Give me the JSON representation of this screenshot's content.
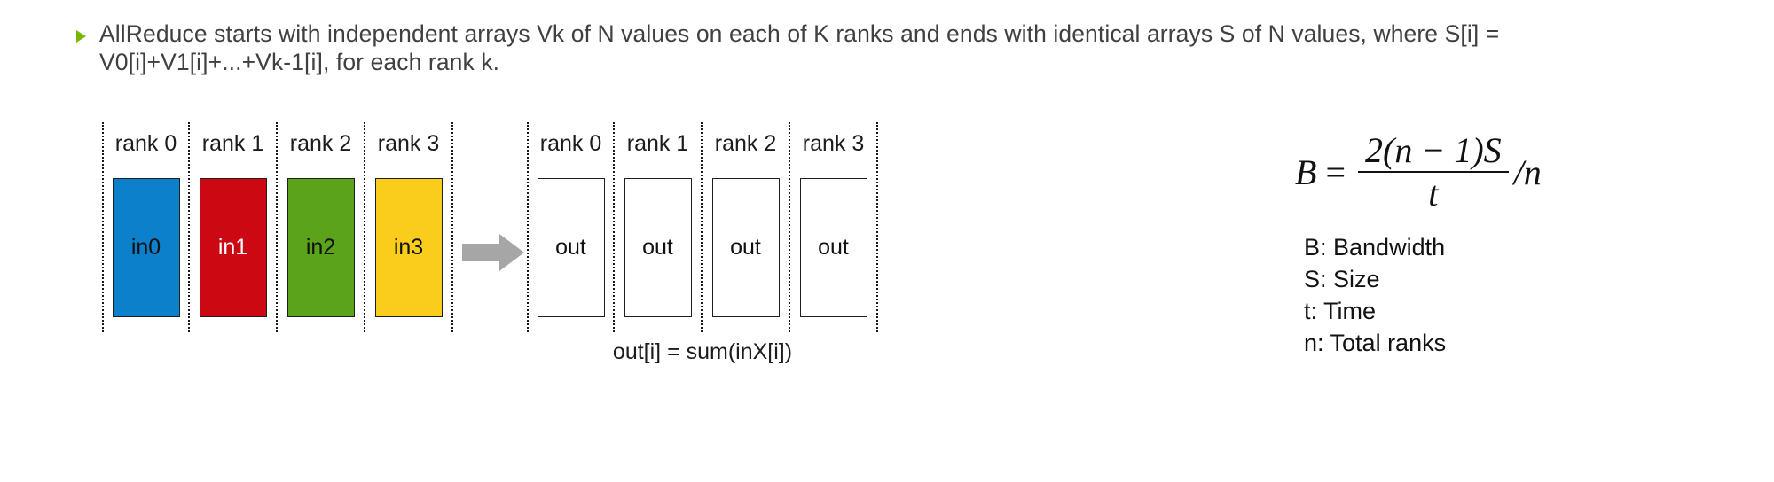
{
  "slide": {
    "bullet": {
      "marker_icon": "green-triangle-bullet-icon",
      "text": "AllReduce starts with independent arrays Vk of N values on each of K ranks and ends with identical arrays S of N values, where S[i] = V0[i]+V1[i]+...+Vk-1[i], for each rank k."
    },
    "diagram": {
      "input_group": {
        "columns": [
          {
            "rank_label": "rank 0",
            "box_label": "in0",
            "color": "#0d80cc"
          },
          {
            "rank_label": "rank 1",
            "box_label": "in1",
            "color": "#cc0812"
          },
          {
            "rank_label": "rank 2",
            "box_label": "in2",
            "color": "#5aa31b"
          },
          {
            "rank_label": "rank 3",
            "box_label": "in3",
            "color": "#facc1c"
          }
        ]
      },
      "arrow_icon": "right-arrow-icon",
      "output_group": {
        "columns": [
          {
            "rank_label": "rank 0",
            "box_label": "out",
            "color": "#ffffff"
          },
          {
            "rank_label": "rank 1",
            "box_label": "out",
            "color": "#ffffff"
          },
          {
            "rank_label": "rank 2",
            "box_label": "out",
            "color": "#ffffff"
          },
          {
            "rank_label": "rank 3",
            "box_label": "out",
            "color": "#ffffff"
          }
        ]
      },
      "caption": "out[i] = sum(inX[i])"
    },
    "formula": {
      "lhs": "B",
      "equals": "=",
      "numerator": "2(n − 1)S",
      "denominator": "t",
      "tail": "/n",
      "legend": [
        "B: Bandwidth",
        "S: Size",
        "t: Time",
        "n: Total ranks"
      ]
    },
    "colors": {
      "bullet_marker": "#76b900",
      "arrow": "#a6a6a6",
      "text": "#404040"
    }
  }
}
